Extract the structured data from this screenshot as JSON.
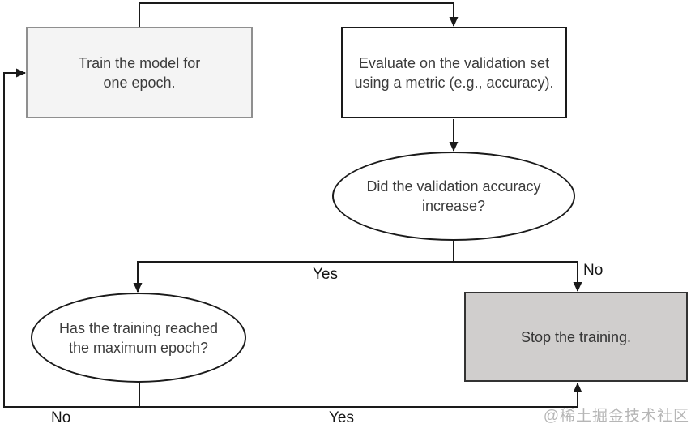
{
  "nodes": {
    "train": {
      "label": "Train the model for\none epoch."
    },
    "evaluate": {
      "label": "Evaluate on the validation set\nusing a metric (e.g., accuracy)."
    },
    "decision_accuracy": {
      "label": "Did the validation accuracy\nincrease?"
    },
    "decision_epoch": {
      "label": "Has the training reached\nthe maximum epoch?"
    },
    "stop": {
      "label": "Stop the training."
    }
  },
  "edge_labels": {
    "accuracy_yes": "Yes",
    "accuracy_no": "No",
    "epoch_no": "No",
    "epoch_yes": "Yes"
  },
  "watermark": "@稀土掘金技术社区",
  "colors": {
    "line": "#1a1a1a",
    "train_fill": "#f4f4f4",
    "train_border": "#8f8f8f",
    "node_fill": "#ffffff",
    "node_border": "#1a1a1a",
    "stop_fill": "#d0cecd",
    "stop_border": "#333333",
    "text": "#3c3c3c",
    "watermark": "#b6b6b6"
  }
}
